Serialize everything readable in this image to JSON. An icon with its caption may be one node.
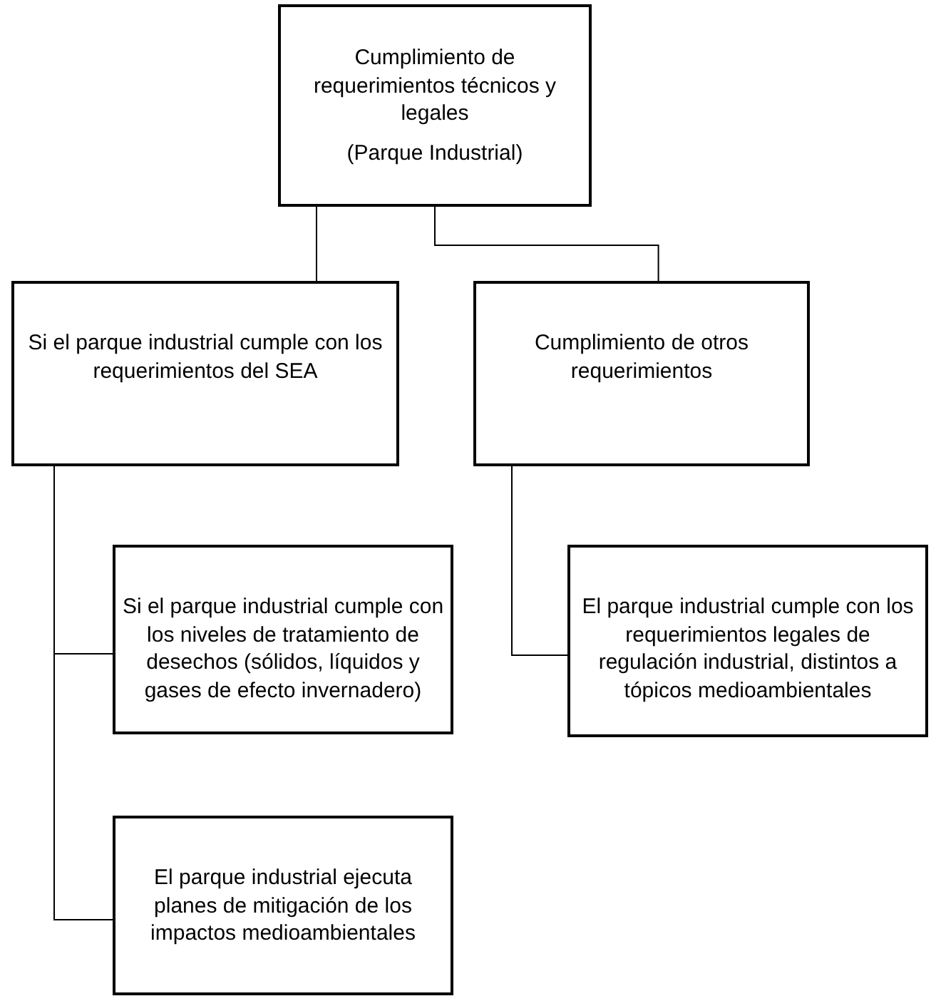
{
  "diagram": {
    "nodes": [
      {
        "text": [
          "Cumplimiento de requerimientos técnicos y legales",
          "(Parque Industrial)"
        ]
      },
      {
        "text": [
          "Si el parque industrial cumple con los requerimientos del SEA"
        ]
      },
      {
        "text": [
          "Cumplimiento de otros requerimientos"
        ]
      },
      {
        "text": [
          "Si el parque industrial cumple con los niveles de tratamiento de desechos (sólidos, líquidos y gases de efecto invernadero)"
        ]
      },
      {
        "text": [
          "El parque industrial cumple con los requerimientos legales de regulación industrial, distintos a tópicos medioambientales"
        ]
      },
      {
        "text": [
          "El parque industrial ejecuta planes de mitigación de los impactos medioambientales"
        ]
      }
    ],
    "edges": [
      {
        "from": 0,
        "to": 1,
        "arrow": "none"
      },
      {
        "from": 0,
        "to": 2,
        "arrow": "none"
      },
      {
        "from": 1,
        "to": 3,
        "arrow": "none"
      },
      {
        "from": 1,
        "to": 5,
        "arrow": "none"
      },
      {
        "from": 2,
        "to": 4,
        "arrow": "none"
      }
    ]
  }
}
